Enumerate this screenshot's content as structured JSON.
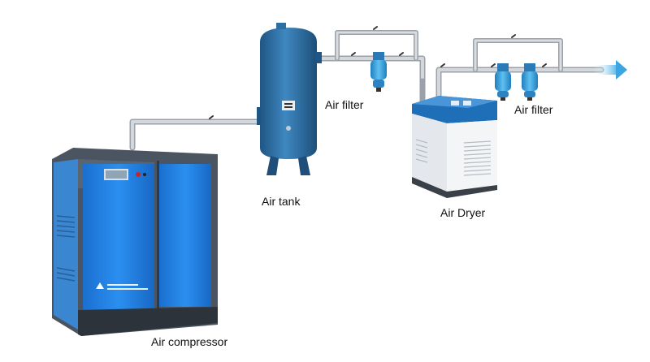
{
  "labels": {
    "air_compressor": "Air compressor",
    "air_tank": "Air tank",
    "air_filter_1": "Air filter",
    "air_filter_2": "Air filter",
    "air_dryer": "Air Dryer"
  },
  "colors": {
    "pipe": "#c9ced3",
    "pipe_edge": "#9aa1a8",
    "tank": "#2d6ea3",
    "compressor_blue": "#1d7fe0",
    "compressor_frame": "#4b5561",
    "filter": "#2f97d8",
    "dryer_top": "#1f6fb8",
    "dryer_body": "#f1f3f5",
    "arrow": "#57b6e6"
  },
  "icons": {
    "outlet_arrow": "outlet-arrow-icon"
  }
}
